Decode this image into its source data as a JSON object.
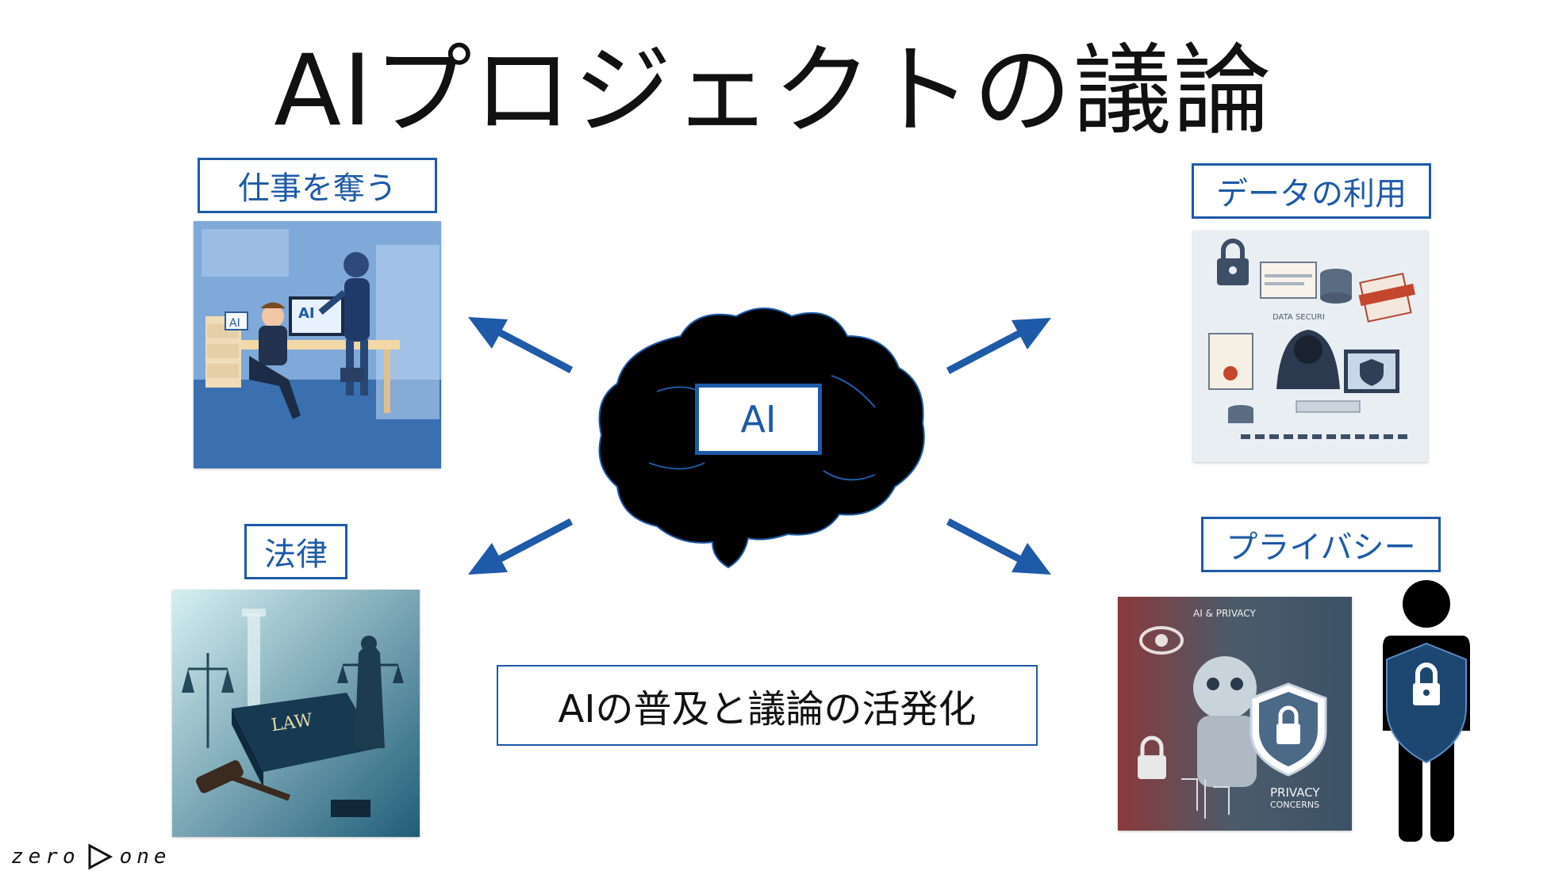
{
  "title": "AIプロジェクトの議論",
  "center": {
    "brain_label": "AI"
  },
  "topics": {
    "jobs": "仕事を奪う",
    "data": "データの利用",
    "law": "法律",
    "privacy": "プライバシー"
  },
  "images": {
    "jobs_text": "AI",
    "data_text": "DATA SECURI",
    "law_text": "LAW",
    "privacy_top": "AI & PRIVACY",
    "privacy_bottom_1": "PRIVACY",
    "privacy_bottom_2": "CONCERNS"
  },
  "summary": "AIの普及と議論の活発化",
  "logo": {
    "left": "zero",
    "right": "one"
  },
  "colors": {
    "accent": "#1e5aa8",
    "brain": "#000000"
  }
}
